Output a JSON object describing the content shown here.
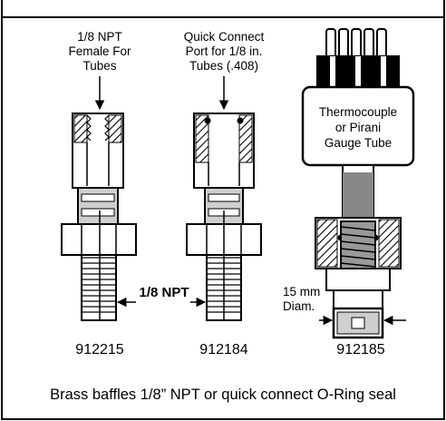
{
  "fittings": [
    {
      "label_lines": [
        "1/8 NPT",
        "Female For",
        "Tubes"
      ],
      "part_number": "912215"
    },
    {
      "label_lines": [
        "Quick Connect",
        "Port for 1/8 in.",
        "Tubes (.408)"
      ],
      "part_number": "912184"
    },
    {
      "label_lines": [
        "Thermocouple",
        "or Pirani",
        "Gauge Tube"
      ],
      "part_number": "912185"
    }
  ],
  "npt_callout": "1/8 NPT",
  "diameter_lines": [
    "15 mm",
    "Diam."
  ],
  "caption": "Brass baffles 1/8” NPT or quick connect O-Ring seal"
}
